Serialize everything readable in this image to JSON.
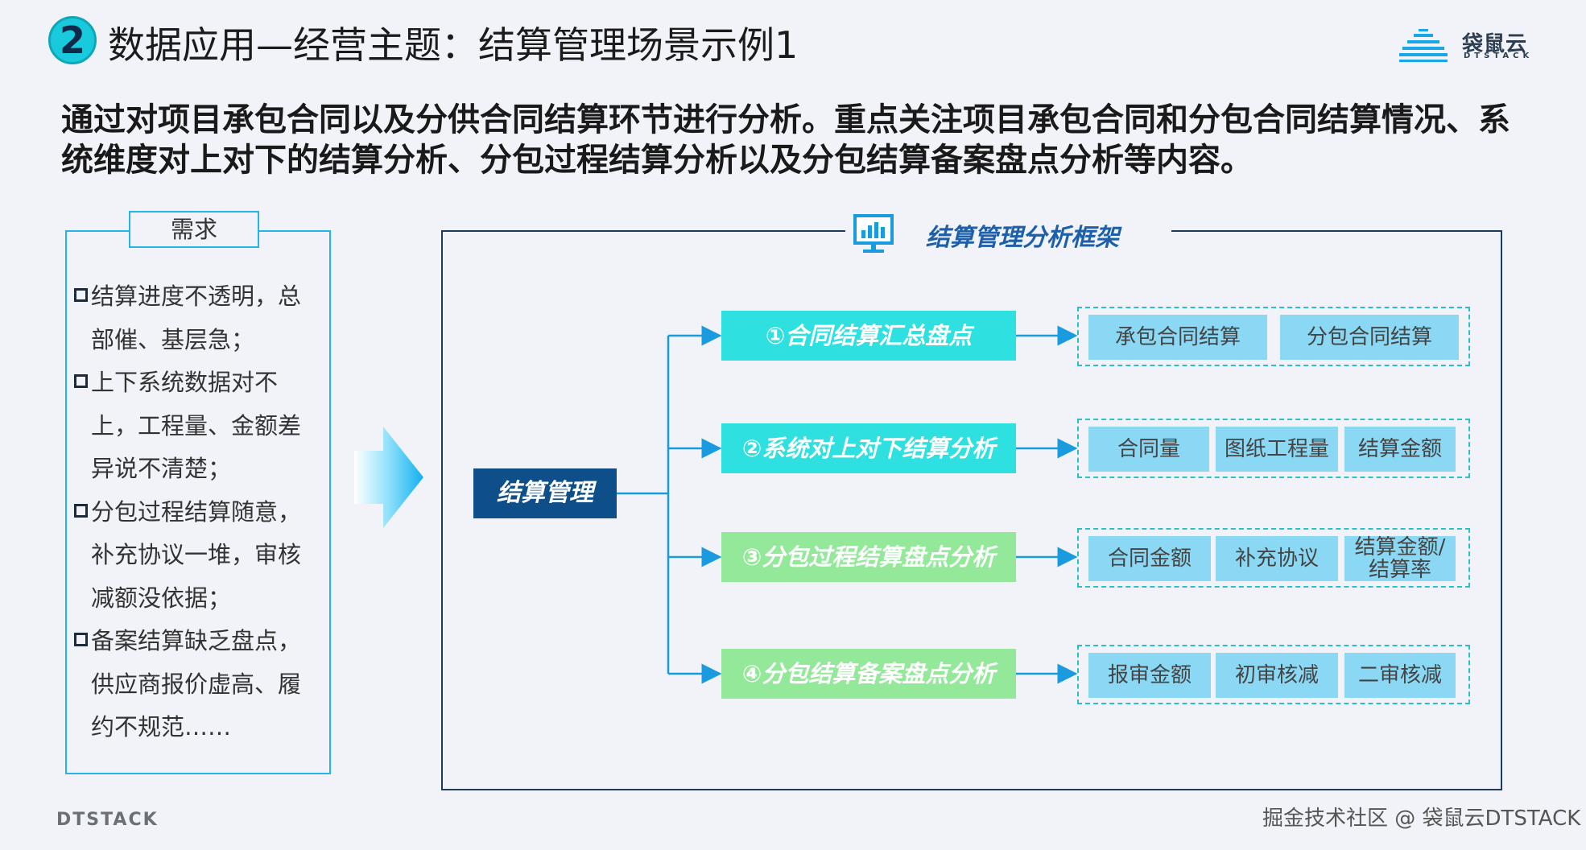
{
  "header": {
    "step_number": "2",
    "title": "数据应用—经营主题：结算管理场景示例1",
    "logo_name": "袋鼠云",
    "logo_sub": "DTSTACK"
  },
  "intro": "通过对项目承包合同以及分供合同结算环节进行分析。重点关注项目承包合同和分包合同结算情况、系统维度对上对下的结算分析、分包过程结算分析以及分包结算备案盘点分析等内容。",
  "needs": {
    "title": "需求",
    "items": [
      {
        "first": "结算进度不透明，总",
        "rest": "部催、基层急；"
      },
      {
        "first": "上下系统数据对不",
        "rest": "上，工程量、金额差异说不清楚；"
      },
      {
        "first": "分包过程结算随意，",
        "rest": "补充协议一堆，审核减额没依据；"
      },
      {
        "first": "备案结算缺乏盘点，",
        "rest": "供应商报价虚高、履约不规范……"
      }
    ]
  },
  "framework": {
    "title": "结算管理分析框架",
    "root": "结算管理",
    "categories": [
      {
        "label": "①合同结算汇总盘点",
        "color": "teal",
        "items": [
          "承包合同结算",
          "分包合同结算"
        ]
      },
      {
        "label": "②系统对上对下结算分析",
        "color": "teal",
        "items": [
          "合同量",
          "图纸工程量",
          "结算金额"
        ]
      },
      {
        "label": "③分包过程结算盘点分析",
        "color": "green",
        "items": [
          "合同金额",
          "补充协议",
          "结算金额/结算率"
        ]
      },
      {
        "label": "④分包结算备案盘点分析",
        "color": "green",
        "items": [
          "报审金额",
          "初审核减",
          "二审核减"
        ]
      }
    ]
  },
  "footer": {
    "left": "DTSTACK",
    "right": "掘金技术社区 @ 袋鼠云DTSTACK"
  },
  "colors": {
    "accent_teal": "#2ee0e0",
    "accent_green": "#93e89a",
    "root_blue": "#0e4f8a",
    "item_blue": "#8ad8f4",
    "line_blue": "#1a9be0"
  }
}
